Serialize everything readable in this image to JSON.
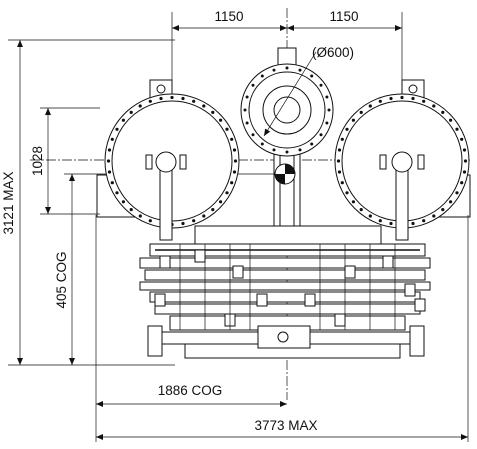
{
  "dimensions": {
    "top_left_span": "1150",
    "top_right_span": "1150",
    "nozzle_diameter": "(Ø600)",
    "left_height_upper": "1028",
    "left_height_cog": "405 COG",
    "overall_height": "3121 MAX",
    "bottom_cog_width": "1886 COG",
    "overall_width": "3773 MAX"
  },
  "colors": {
    "line": "#111111",
    "background": "#ffffff"
  }
}
